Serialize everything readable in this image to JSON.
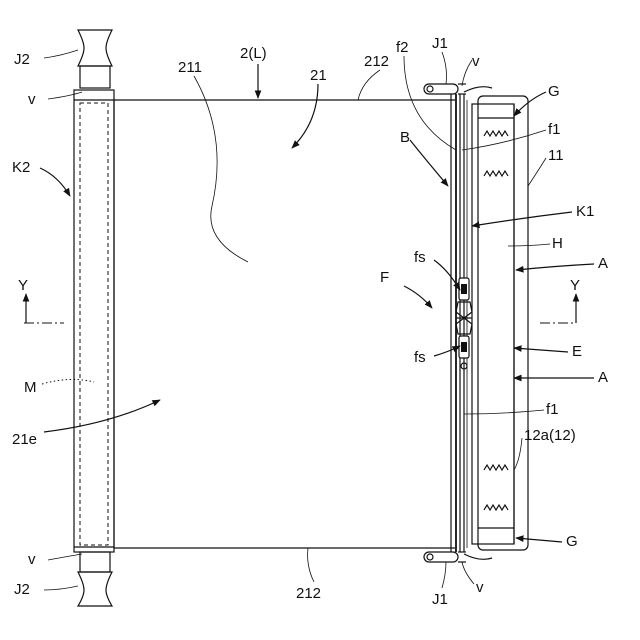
{
  "labels": {
    "j2_top": "J2",
    "v_top_left": "v",
    "k2": "K2",
    "m": "M",
    "e21e": "21e",
    "v_bottom_left": "v",
    "j2_bottom": "J2",
    "n211": "211",
    "n2l": "2(L)",
    "n21": "21",
    "n212_top": "212",
    "n212_bottom": "212",
    "f2": "f2",
    "j1_top": "J1",
    "v_top_right": "v",
    "g_top": "G",
    "b": "B",
    "f1_top": "f1",
    "n11": "11",
    "k1": "K1",
    "h": "H",
    "fs_top": "fs",
    "a_top": "A",
    "f": "F",
    "fs_bottom": "fs",
    "e": "E",
    "a_bottom": "A",
    "f1_bottom": "f1",
    "n12a": "12a(12)",
    "g_bottom": "G",
    "j1_bottom": "J1",
    "v_bottom_right": "v",
    "y_left": "Y",
    "y_right": "Y"
  },
  "colors": {
    "line": "#111111",
    "background": "#ffffff"
  }
}
